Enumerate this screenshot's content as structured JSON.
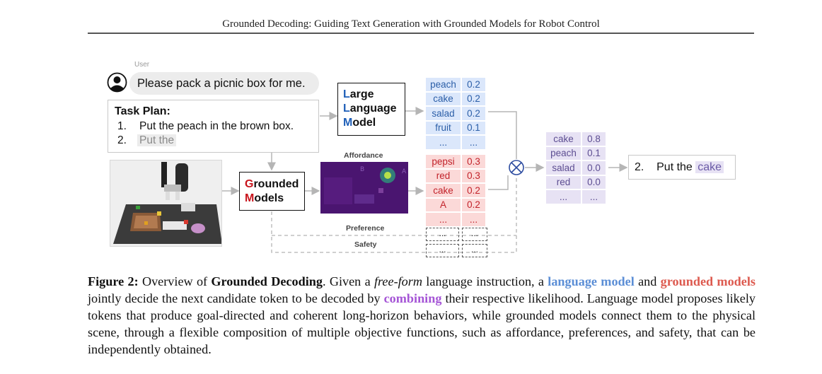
{
  "header": {
    "title": "Grounded Decoding: Guiding Text Generation with Grounded Models for Robot Control"
  },
  "user": {
    "label": "User",
    "message": "Please pack a picnic box for me."
  },
  "task_plan": {
    "title": "Task Plan:",
    "steps": [
      {
        "num": "1.",
        "text": "Put the peach in the brown box."
      },
      {
        "num": "2.",
        "text": "Put the"
      }
    ]
  },
  "llm_box": {
    "lines": [
      {
        "initial": "L",
        "rest": "arge"
      },
      {
        "initial": "L",
        "rest": "anguage"
      },
      {
        "initial": "M",
        "rest": "odel"
      }
    ]
  },
  "grounded_box": {
    "lines": [
      {
        "initial": "G",
        "rest": "rounded"
      },
      {
        "initial": "M",
        "rest": "odels"
      }
    ]
  },
  "labels": {
    "affordance": "Affordance",
    "preference": "Preference",
    "safety": "Safety"
  },
  "heatmap_letters": [
    "B",
    "A"
  ],
  "llm_tokens": [
    {
      "token": "peach",
      "prob": "0.2"
    },
    {
      "token": "cake",
      "prob": "0.2"
    },
    {
      "token": "salad",
      "prob": "0.2"
    },
    {
      "token": "fruit",
      "prob": "0.1"
    },
    {
      "token": "...",
      "prob": "..."
    }
  ],
  "grounded_tokens": [
    {
      "token": "pepsi",
      "prob": "0.3"
    },
    {
      "token": "red",
      "prob": "0.3"
    },
    {
      "token": "cake",
      "prob": "0.2"
    },
    {
      "token": "A",
      "prob": "0.2"
    },
    {
      "token": "...",
      "prob": "..."
    }
  ],
  "combined_tokens": [
    {
      "token": "cake",
      "prob": "0.8"
    },
    {
      "token": "peach",
      "prob": "0.1"
    },
    {
      "token": "salad",
      "prob": "0.0"
    },
    {
      "token": "red",
      "prob": "0.0"
    },
    {
      "token": "...",
      "prob": "..."
    }
  ],
  "dashed_cells": {
    "preference": [
      "...",
      "..."
    ],
    "safety": [
      "...",
      "..."
    ]
  },
  "result": {
    "num": "2.",
    "prefix": "Put the",
    "token": "cake"
  },
  "caption": {
    "fig_label": "Figure 2:",
    "t1": " Overview of ",
    "name": "Grounded Decoding",
    "t2": ".  Given a ",
    "free_form": "free-form",
    "t3": " language instruction, a ",
    "language_model": "language model",
    "t4": " and ",
    "grounded_models": "grounded models",
    "t5": " jointly decide the next candidate token to be decoded by ",
    "combining": "combining",
    "t6": " their respective likelihood. Language model proposes likely tokens that produce goal-directed and coherent long-horizon behaviors, while grounded models connect them to the physical scene, through a flexible composition of multiple objective functions, such as affordance, preferences, and safety, that can be independently obtained."
  },
  "colors": {
    "llm_blue": "#1f5fb8",
    "grounded_red": "#c8141c",
    "token_blue_bg": "#dbe7fb",
    "token_red_bg": "#fbd9d8",
    "token_purple_bg": "#e7e2f4",
    "caption_blue": "#5b8ed6",
    "caption_red": "#dd5a4f",
    "caption_purple": "#a555d6"
  },
  "icons": [
    "user-avatar-icon",
    "combine-otimes-icon",
    "robot-arm-scene-image",
    "affordance-heatmap-image"
  ]
}
